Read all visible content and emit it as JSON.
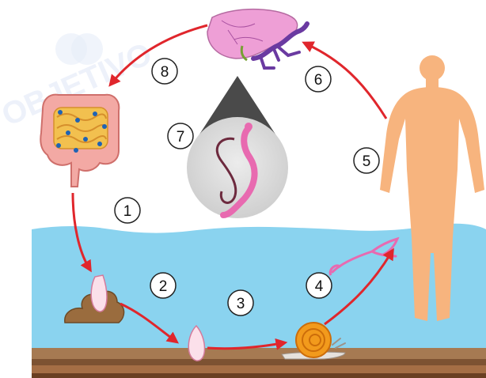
{
  "watermark": {
    "text": "OBJETIVO"
  },
  "steps": [
    {
      "number": "1"
    },
    {
      "number": "2"
    },
    {
      "number": "3"
    },
    {
      "number": "4"
    },
    {
      "number": "5"
    },
    {
      "number": "6"
    },
    {
      "number": "7"
    },
    {
      "number": "8"
    }
  ],
  "colors": {
    "water": "#8ad3ef",
    "arrow": "#e0262c",
    "skin": "#f7b47e",
    "liver": "#ee9fd6",
    "vein": "#6a3aa1",
    "worm": "#e86ab0",
    "snail_shell": "#f29a1c",
    "ground": "#9b6a43"
  }
}
